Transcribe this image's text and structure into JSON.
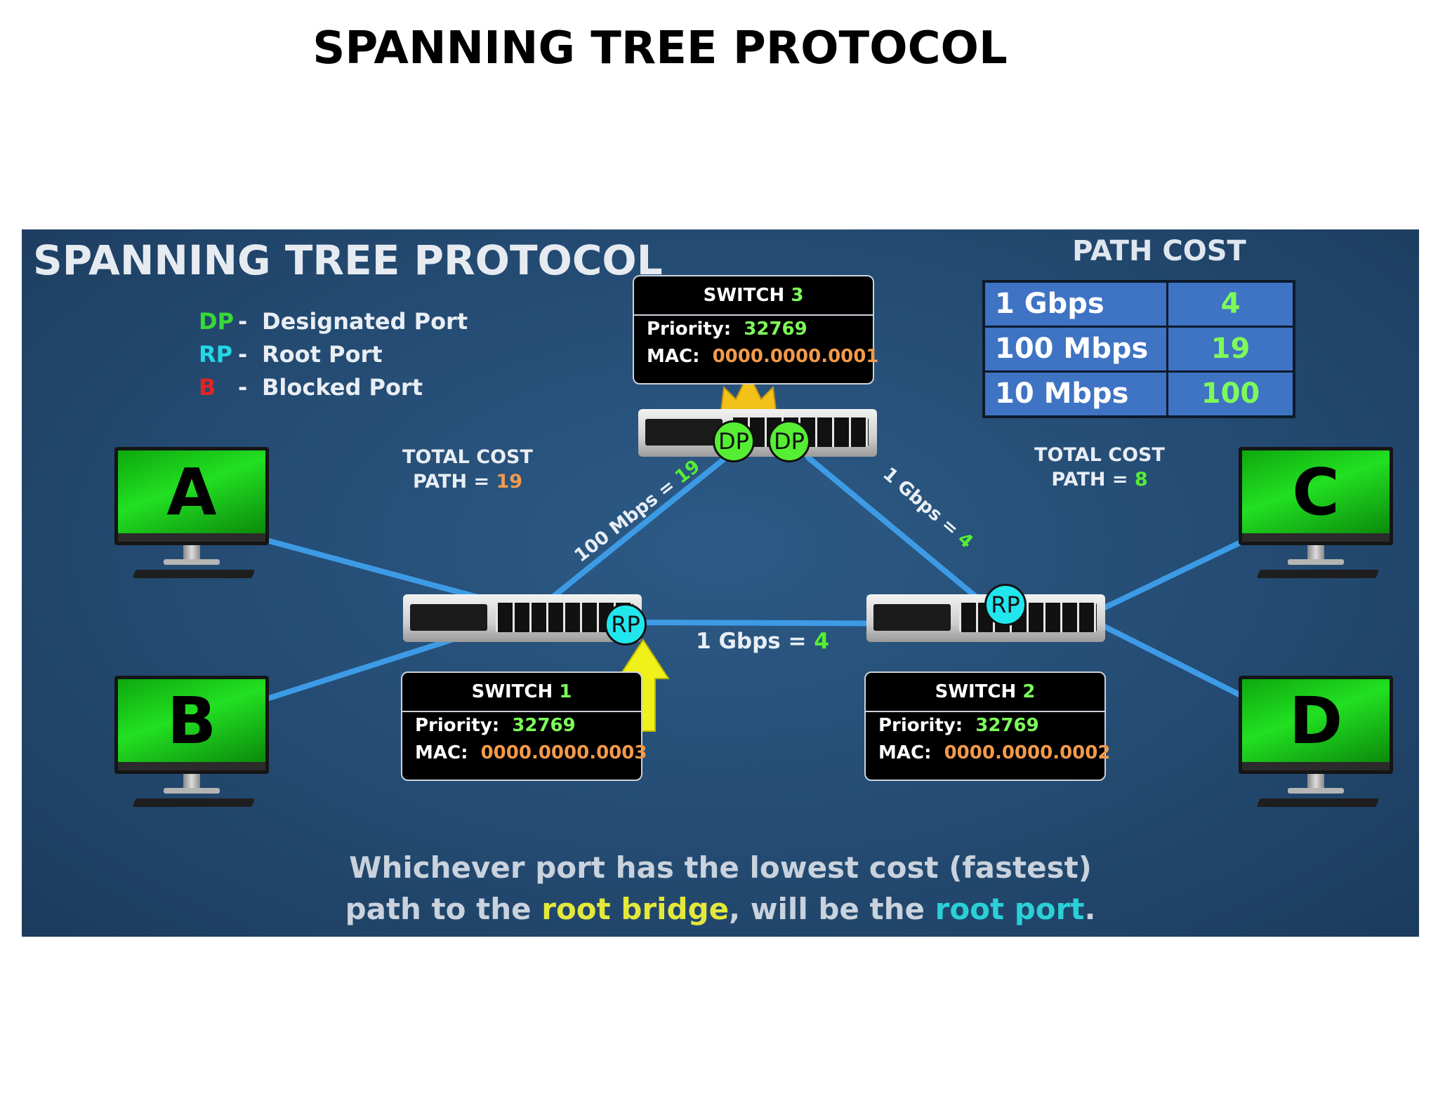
{
  "page_title": "SPANNING TREE PROTOCOL",
  "slide": {
    "title": "SPANNING TREE PROTOCOL",
    "legend": [
      {
        "abbr": "DP",
        "dash": "-",
        "text": "Designated Port",
        "color": "#39d83a"
      },
      {
        "abbr": "RP",
        "dash": "-",
        "text": "Root Port",
        "color": "#22d8e6"
      },
      {
        "abbr": "B",
        "dash": "-",
        "text": "Blocked Port",
        "color": "#e02525"
      }
    ],
    "path_cost": {
      "title": "PATH COST",
      "rows": [
        {
          "speed": "1 Gbps",
          "cost": "4"
        },
        {
          "speed": "100 Mbps",
          "cost": "19"
        },
        {
          "speed": "10 Mbps",
          "cost": "100"
        }
      ]
    },
    "total_left": {
      "line1": "TOTAL COST",
      "line2_prefix": "PATH = ",
      "value": "19"
    },
    "total_right": {
      "line1": "TOTAL COST",
      "line2_prefix": "PATH = ",
      "value": "8"
    },
    "switches": {
      "s3": {
        "name": "SWITCH ",
        "num": "3",
        "priority_label": "Priority:",
        "priority": "32769",
        "mac_label": "MAC:",
        "mac": "0000.0000.0001"
      },
      "s1": {
        "name": "SWITCH ",
        "num": "1",
        "priority_label": "Priority:",
        "priority": "32769",
        "mac_label": "MAC:",
        "mac": "0000.0000.0003"
      },
      "s2": {
        "name": "SWITCH ",
        "num": "2",
        "priority_label": "Priority:",
        "priority": "32769",
        "mac_label": "MAC:",
        "mac": "0000.0000.0002"
      }
    },
    "links": {
      "s1_s3": {
        "prefix": "100 Mbps = ",
        "value": "19"
      },
      "s3_s2": {
        "prefix": "1 Gbps = ",
        "value": "4"
      },
      "s1_s2": {
        "prefix": "1 Gbps = ",
        "value": "4"
      }
    },
    "ports": {
      "dp": "DP",
      "rp": "RP"
    },
    "pcs": [
      "A",
      "B",
      "C",
      "D"
    ],
    "caption": {
      "line1": "Whichever port has the lowest cost (fastest)",
      "line2_a": "path to the ",
      "line2_b": "root bridge",
      "line2_c": ", will be the ",
      "line2_d": "root port",
      "line2_e": "."
    },
    "colors": {
      "background": "#254d75",
      "link": "#3d9be6",
      "crown": "#f2c21a",
      "arrow": "#f0f01a"
    }
  }
}
